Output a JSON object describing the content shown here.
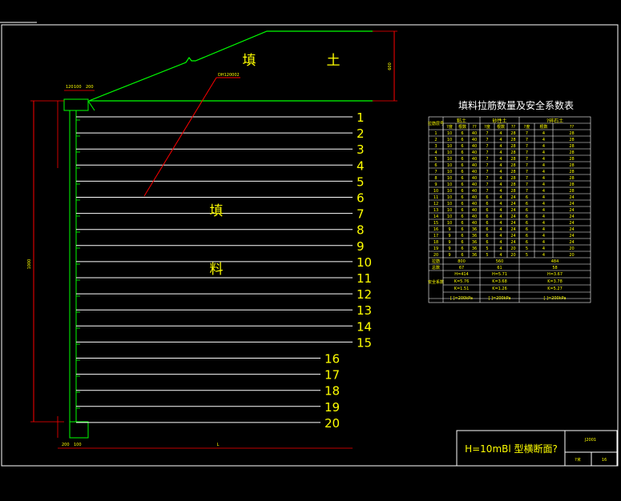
{
  "drawing": {
    "fill_top_label": "填",
    "fill_top_label2": "土",
    "fill_mid_label": "填",
    "fill_mid_label2": "料",
    "layer_numbers": [
      "1",
      "2",
      "3",
      "4",
      "5",
      "6",
      "7",
      "8",
      "9",
      "10",
      "11",
      "12",
      "13",
      "14",
      "15",
      "16",
      "17",
      "18",
      "19",
      "20"
    ],
    "dim_left_height": "1000",
    "dim_right_height": "600",
    "dim_bottom_length": "L",
    "dim_top_segments": [
      "120",
      "100",
      "200"
    ],
    "dim_bottom_segments": [
      "200",
      "100"
    ],
    "callout_text": "DH120002"
  },
  "table": {
    "title": "填料拉筋数量及安全系数表",
    "col_groups": [
      "粘土",
      "砂性土",
      "?碎石土"
    ],
    "sub_headers": [
      "?度",
      "根数",
      "??"
    ],
    "row_header": "拉筋层号",
    "rows": [
      [
        "1",
        "10",
        "6",
        "40",
        "7",
        "4",
        "28",
        "7",
        "4",
        "28"
      ],
      [
        "2",
        "10",
        "6",
        "40",
        "7",
        "4",
        "28",
        "7",
        "4",
        "28"
      ],
      [
        "3",
        "10",
        "6",
        "40",
        "7",
        "4",
        "28",
        "7",
        "4",
        "28"
      ],
      [
        "4",
        "10",
        "6",
        "40",
        "7",
        "4",
        "28",
        "7",
        "4",
        "28"
      ],
      [
        "5",
        "10",
        "6",
        "40",
        "7",
        "4",
        "28",
        "7",
        "4",
        "28"
      ],
      [
        "6",
        "10",
        "6",
        "40",
        "7",
        "4",
        "28",
        "7",
        "4",
        "28"
      ],
      [
        "7",
        "10",
        "6",
        "40",
        "7",
        "4",
        "28",
        "7",
        "4",
        "28"
      ],
      [
        "8",
        "10",
        "6",
        "40",
        "7",
        "4",
        "28",
        "7",
        "4",
        "28"
      ],
      [
        "9",
        "10",
        "6",
        "40",
        "7",
        "4",
        "28",
        "7",
        "4",
        "28"
      ],
      [
        "10",
        "10",
        "6",
        "40",
        "7",
        "4",
        "28",
        "7",
        "4",
        "28"
      ],
      [
        "11",
        "10",
        "6",
        "40",
        "6",
        "4",
        "24",
        "6",
        "4",
        "24"
      ],
      [
        "12",
        "10",
        "6",
        "40",
        "6",
        "4",
        "24",
        "6",
        "4",
        "24"
      ],
      [
        "13",
        "10",
        "6",
        "40",
        "6",
        "4",
        "24",
        "6",
        "4",
        "24"
      ],
      [
        "14",
        "10",
        "6",
        "40",
        "6",
        "4",
        "24",
        "6",
        "4",
        "24"
      ],
      [
        "15",
        "10",
        "6",
        "40",
        "6",
        "4",
        "24",
        "6",
        "4",
        "24"
      ],
      [
        "16",
        "9",
        "6",
        "36",
        "6",
        "4",
        "24",
        "6",
        "4",
        "24"
      ],
      [
        "17",
        "9",
        "6",
        "36",
        "6",
        "4",
        "24",
        "6",
        "4",
        "24"
      ],
      [
        "18",
        "9",
        "6",
        "36",
        "6",
        "4",
        "24",
        "6",
        "4",
        "24"
      ],
      [
        "19",
        "9",
        "6",
        "36",
        "5",
        "4",
        "20",
        "5",
        "4",
        "20"
      ],
      [
        "20",
        "9",
        "6",
        "36",
        "5",
        "4",
        "20",
        "5",
        "4",
        "20"
      ]
    ],
    "summary_rows": [
      [
        "拉筋",
        "800",
        "560",
        "484"
      ],
      [
        "总数",
        "67",
        "61",
        "58"
      ]
    ],
    "safety_label": "安全系数",
    "safety": [
      [
        "H=414",
        "H=5.71",
        "H=3.67"
      ],
      [
        "K=5.76",
        "K=3.68",
        "K=3.78"
      ],
      [
        "K=1.51",
        "K=1.26",
        "K=5.27"
      ]
    ],
    "bottom_row": [
      "[ ]=200kPa",
      "[ ]=200kPa",
      "[ ]=200kPa"
    ]
  },
  "title_block": {
    "title": "H=10mBl 型横断面?",
    "code": "J2001",
    "scale_label": "?米",
    "scale_value": "16"
  },
  "colors": {
    "background": "#000000",
    "border": "#ffffff",
    "fill_line": "#00ff00",
    "dimension": "#ff0000",
    "text": "#ffff00"
  }
}
